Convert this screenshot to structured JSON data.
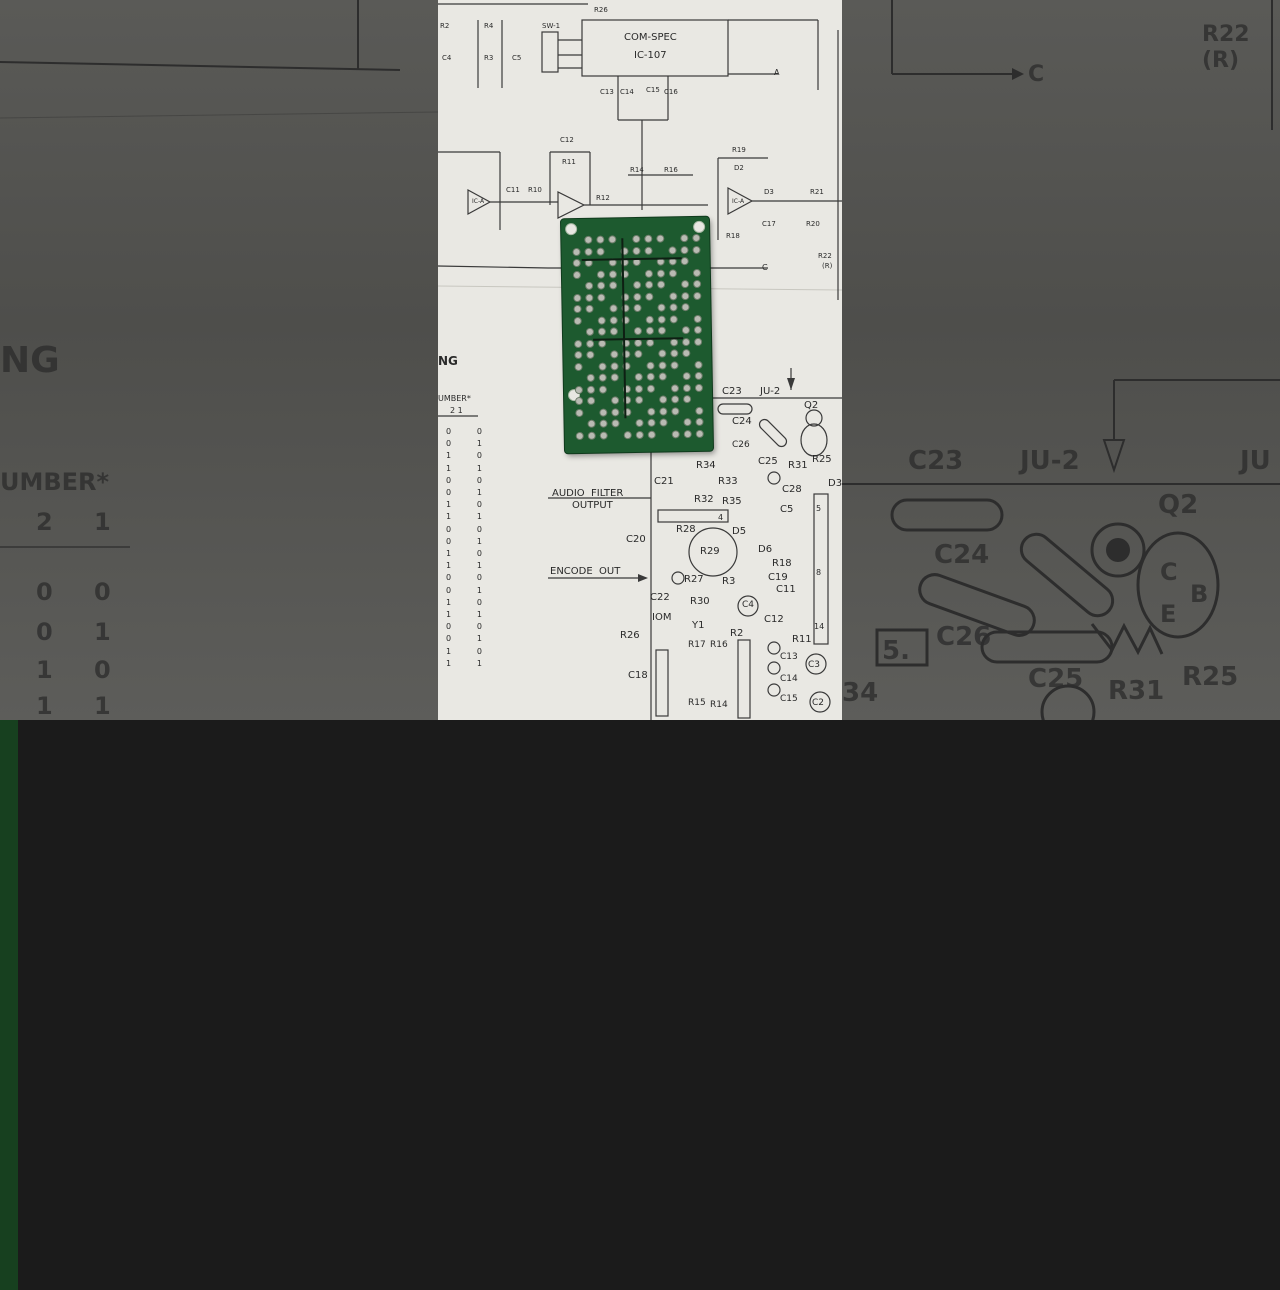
{
  "scene": {
    "left_blur": {
      "heading": "NG",
      "column_title": "UMBER*",
      "columns": [
        "2",
        "1"
      ],
      "rows": [
        [
          "0",
          "0"
        ],
        [
          "0",
          "1"
        ],
        [
          "1",
          "0"
        ],
        [
          "1",
          "1"
        ]
      ]
    },
    "right_blur": {
      "top_label": "R22\n(R)",
      "arrow_label": "C",
      "labels": [
        "C23",
        "JU-2",
        "JU",
        "Q2",
        "C24",
        "C",
        "B",
        "E",
        "C26",
        "5.",
        "C25",
        "R31",
        "R25",
        "34"
      ]
    },
    "schematic": {
      "ic_label": "COM-SPEC",
      "ic_number": "IC-107",
      "switch_label": "SW-1",
      "top_refs": [
        "R26",
        "R2",
        "R4",
        "R3",
        "C4",
        "C5",
        "C13",
        "C14",
        "C15",
        "C16",
        "C12",
        "R11",
        "R14",
        "R16",
        "R19",
        "D2",
        "D3",
        "R21",
        "R20",
        "C17",
        "R18",
        "R22",
        "(R)",
        "C11",
        "R10",
        "R12",
        "IC-A",
        "IC-A"
      ],
      "node_a": "A",
      "node_c": "C",
      "left_text": [
        "NG",
        "UMBER*",
        "2 1"
      ],
      "bits": [
        [
          "0",
          "0"
        ],
        [
          "0",
          "1"
        ],
        [
          "1",
          "0"
        ],
        [
          "1",
          "1"
        ],
        [
          "0",
          "0"
        ],
        [
          "0",
          "1"
        ],
        [
          "1",
          "0"
        ],
        [
          "1",
          "1"
        ],
        [
          "0",
          "0"
        ],
        [
          "0",
          "1"
        ],
        [
          "1",
          "0"
        ],
        [
          "1",
          "1"
        ],
        [
          "0",
          "0"
        ],
        [
          "0",
          "1"
        ],
        [
          "1",
          "0"
        ],
        [
          "1",
          "1"
        ],
        [
          "0",
          "0"
        ],
        [
          "0",
          "1"
        ],
        [
          "1",
          "0"
        ],
        [
          "1",
          "1"
        ]
      ],
      "audio_filter": "AUDIO  FILTER",
      "output": "OUTPUT",
      "encode_out": "ENCODE  OUT",
      "layout_refs": [
        "C23",
        "JU-2",
        "Q2",
        "C24",
        "C26",
        "R34",
        "C25",
        "R31",
        "R25",
        "C21",
        "R32",
        "R33",
        "R35",
        "C28",
        "C5",
        "D3",
        "C20",
        "R28",
        "R29",
        "D5",
        "D6",
        "R18",
        "R27",
        "R3",
        "C19",
        "C22",
        "R30",
        "C4",
        "C11",
        "IOM",
        "Y1",
        "C12",
        "R11",
        "R2",
        "R26",
        "R17",
        "R16",
        "R15",
        "R14",
        "C13",
        "C14",
        "C15",
        "C3",
        "C2",
        "C18",
        "4",
        "5",
        "14",
        "8"
      ]
    }
  }
}
